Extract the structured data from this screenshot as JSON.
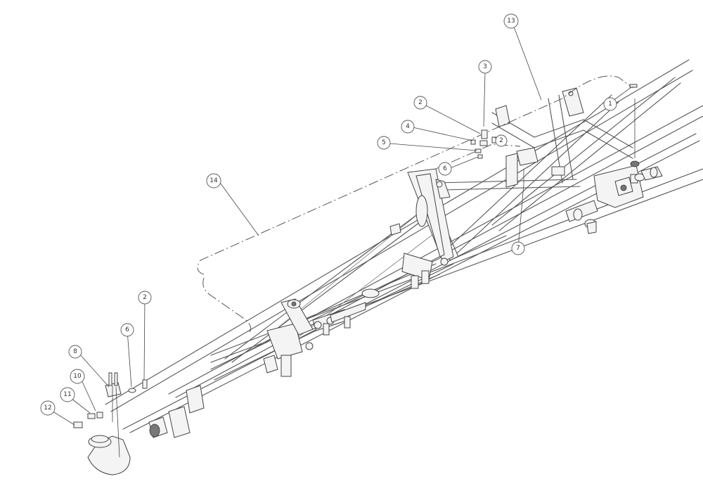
{
  "callouts": [
    {
      "id": "c13",
      "label": "13"
    },
    {
      "id": "c3",
      "label": "3"
    },
    {
      "id": "c2a",
      "label": "2"
    },
    {
      "id": "c2b",
      "label": "2"
    },
    {
      "id": "c1",
      "label": "1"
    },
    {
      "id": "c4",
      "label": "4"
    },
    {
      "id": "c5",
      "label": "5"
    },
    {
      "id": "c6",
      "label": "6"
    },
    {
      "id": "c7",
      "label": "7"
    },
    {
      "id": "c14",
      "label": "14"
    },
    {
      "id": "c2c",
      "label": "2"
    },
    {
      "id": "c6b",
      "label": "6"
    },
    {
      "id": "c8",
      "label": "8"
    },
    {
      "id": "c10",
      "label": "10"
    },
    {
      "id": "c11",
      "label": "11"
    },
    {
      "id": "c12",
      "label": "12"
    }
  ]
}
